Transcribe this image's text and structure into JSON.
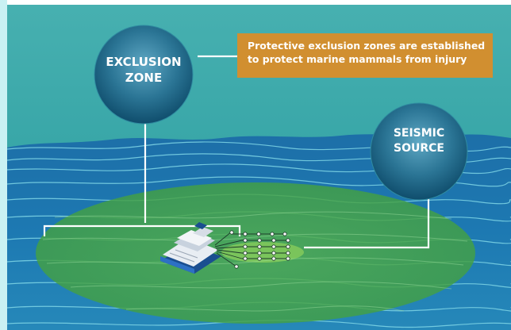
{
  "diagram": {
    "callout": {
      "line1": "Protective exclusion zones are established",
      "line2": "to protect marine mammals from injury"
    },
    "exclusion_zone": {
      "line1": "EXCLUSION",
      "line2": "ZONE"
    },
    "seismic_source": {
      "line1": "SEISMIC",
      "line2": "SOURCE"
    }
  },
  "colors": {
    "sky": "#33a3a5",
    "sea": "#1d79b2",
    "zone_green": "#4aa844",
    "callout_orange": "#d18f30",
    "bubble_dark": "#0d4a69",
    "bubble_light": "#5fa8c4",
    "connector_white": "#ffffff"
  },
  "icons": [
    "survey-vessel-icon",
    "airgun-array-icon"
  ]
}
